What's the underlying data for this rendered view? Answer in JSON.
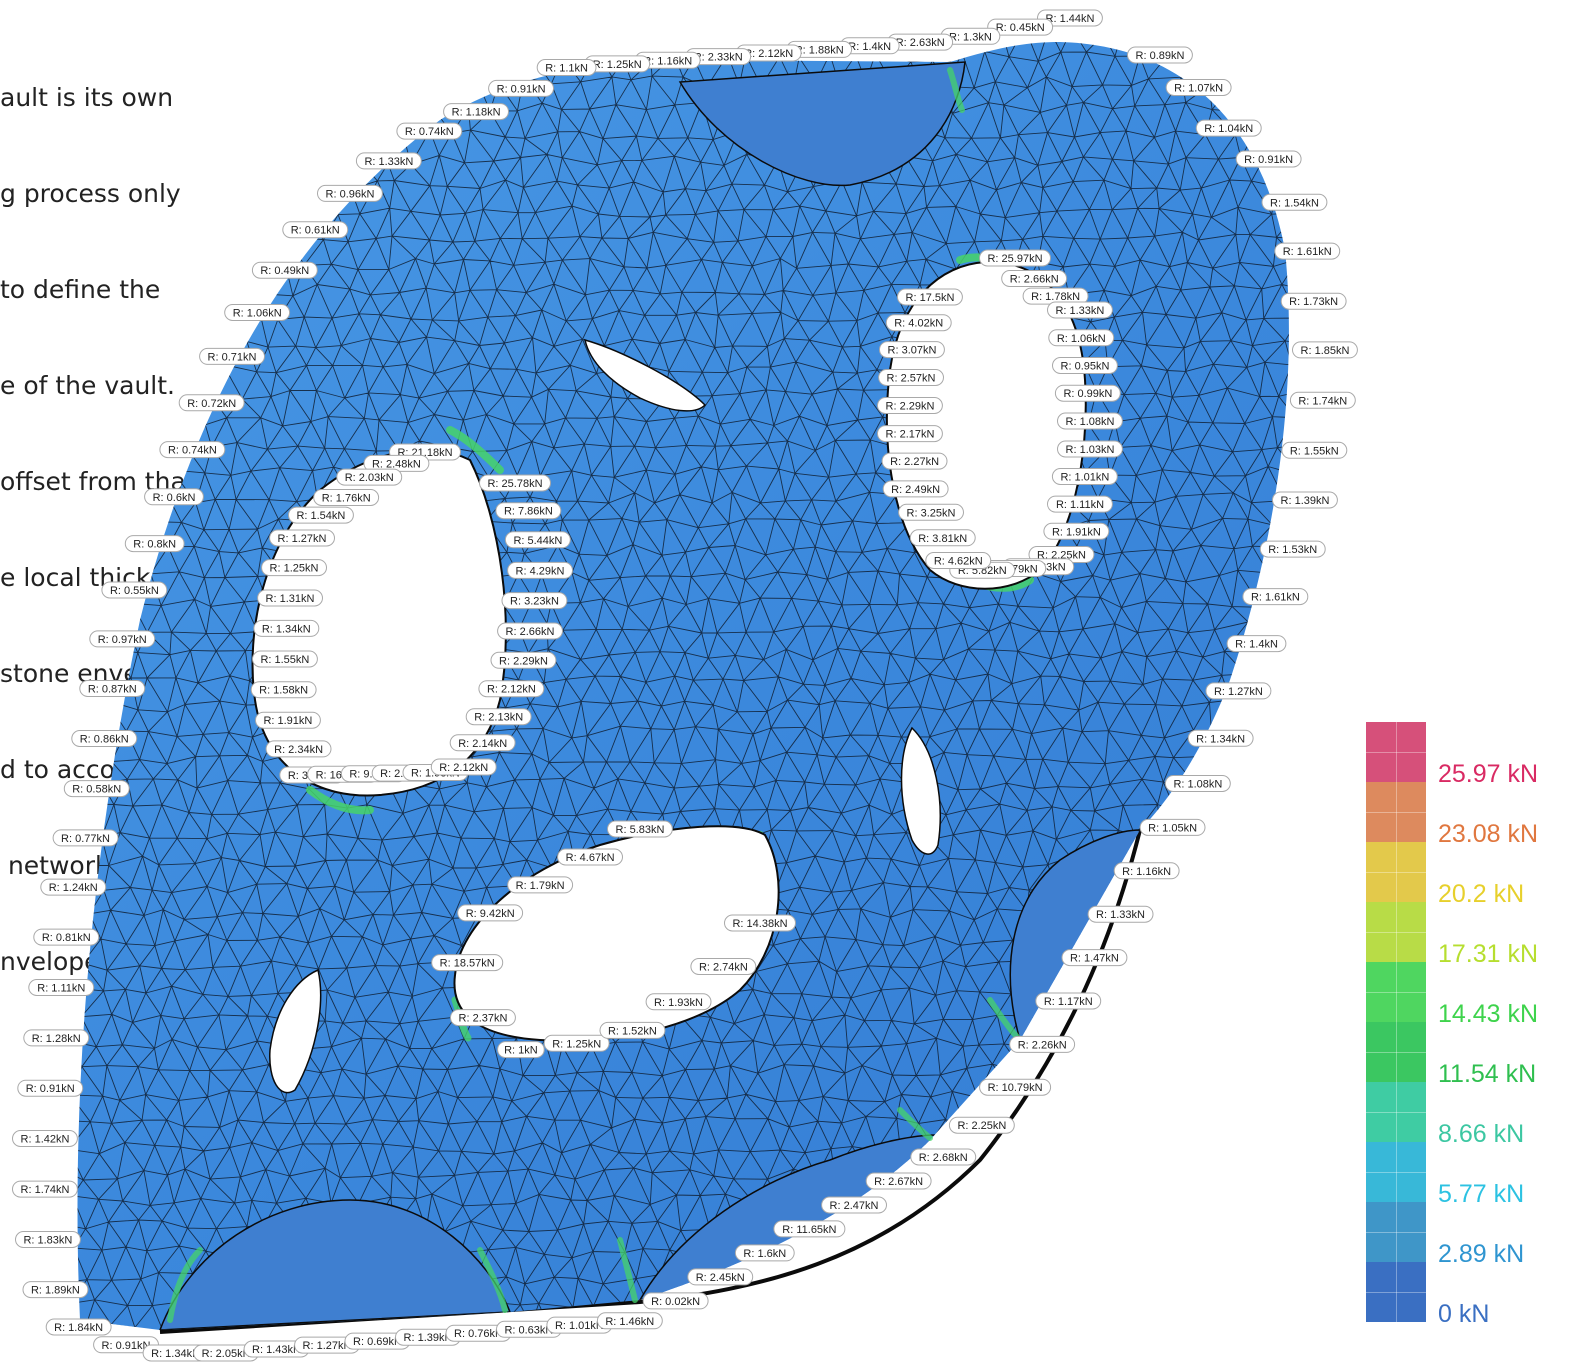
{
  "caption": {
    "lines": [
      "ault is its own",
      "g process only",
      "to define the",
      "e of the vault.",
      "offset from that",
      "e local thickness",
      "stone envelope.",
      "d to accommo-",
      " networks",
      "nvelope for all"
    ]
  },
  "colors": {
    "shell": "#3d8ee0",
    "shell_dark": "#2f6fc0",
    "mesh_line": "#0f1f33",
    "support": "#3f7fd0",
    "hot": "#33d36a"
  },
  "legend": {
    "title": "",
    "entries": [
      {
        "label": "25.97 kN",
        "color": "#d6507a",
        "text_color": "#d92a63"
      },
      {
        "label": "23.08 kN",
        "color": "#dd8a5e",
        "text_color": "#e0773f"
      },
      {
        "label": "20.2 kN",
        "color": "#e3c94b",
        "text_color": "#e7d02c"
      },
      {
        "label": "17.31 kN",
        "color": "#b8dc47",
        "text_color": "#b6de2f"
      },
      {
        "label": "14.43 kN",
        "color": "#4fd660",
        "text_color": "#3ed34c"
      },
      {
        "label": "11.54 kN",
        "color": "#3bc761",
        "text_color": "#2fbf4f"
      },
      {
        "label": "8.66 kN",
        "color": "#3fcca3",
        "text_color": "#3cc7a2"
      },
      {
        "label": "5.77 kN",
        "color": "#38b8d8",
        "text_color": "#2cc2e2"
      },
      {
        "label": "2.89 kN",
        "color": "#3f96c8",
        "text_color": "#2f95d0"
      },
      {
        "label": "0 kN",
        "color": "#3a6fc2",
        "text_color": "#3a6fc2"
      }
    ]
  },
  "reactions": {
    "outer": [
      "R: 1.44kN",
      "R: 0.45kN",
      "R: 1.3kN",
      "R: 2.63kN",
      "R: 1.4kN",
      "R: 1.88kN",
      "R: 2.12kN",
      "R: 2.33kN",
      "R: 1.16kN",
      "R: 1.25kN",
      "R: 1.1kN",
      "R: 0.91kN",
      "R: 1.18kN",
      "R: 0.74kN",
      "R: 1.33kN",
      "R: 0.96kN",
      "R: 0.61kN",
      "R: 0.49kN",
      "R: 1.06kN",
      "R: 0.71kN",
      "R: 0.72kN",
      "R: 0.74kN",
      "R: 0.6kN",
      "R: 0.8kN",
      "R: 0.55kN",
      "R: 0.97kN",
      "R: 0.87kN",
      "R: 0.86kN",
      "R: 0.58kN",
      "R: 0.77kN",
      "R: 1.24kN",
      "R: 0.81kN",
      "R: 1.11kN",
      "R: 1.28kN",
      "R: 0.91kN",
      "R: 1.42kN",
      "R: 1.74kN",
      "R: 1.83kN",
      "R: 1.89kN",
      "R: 1.84kN",
      "R: 0.91kN",
      "R: 1.34kN",
      "R: 2.05kN",
      "R: 1.43kN",
      "R: 1.27kN",
      "R: 0.69kN",
      "R: 1.39kN",
      "R: 0.76kN",
      "R: 0.63kN",
      "R: 1.01kN",
      "R: 1.46kN",
      "R: 0.02kN",
      "R: 2.45kN",
      "R: 1.6kN",
      "R: 11.65kN",
      "R: 2.47kN",
      "R: 2.67kN",
      "R: 2.68kN",
      "R: 2.25kN",
      "R: 10.79kN",
      "R: 2.26kN",
      "R: 1.17kN",
      "R: 1.47kN",
      "R: 1.33kN",
      "R: 1.16kN",
      "R: 1.05kN",
      "R: 1.08kN",
      "R: 1.34kN",
      "R: 1.27kN",
      "R: 1.4kN",
      "R: 1.61kN",
      "R: 1.53kN",
      "R: 1.39kN",
      "R: 1.55kN",
      "R: 1.74kN",
      "R: 1.85kN",
      "R: 1.73kN",
      "R: 1.61kN",
      "R: 1.54kN",
      "R: 0.91kN",
      "R: 1.04kN",
      "R: 1.07kN",
      "R: 0.89kN"
    ],
    "hole_left": [
      "R: 21.18kN",
      "R: 2.48kN",
      "R: 2.03kN",
      "R: 1.76kN",
      "R: 1.54kN",
      "R: 1.27kN",
      "R: 1.25kN",
      "R: 1.31kN",
      "R: 1.34kN",
      "R: 1.55kN",
      "R: 1.58kN",
      "R: 1.91kN",
      "R: 2.34kN",
      "R: 3.13kN",
      "R: 16.36kN",
      "R: 9.57kN",
      "R: 2.09kN",
      "R: 1.98kN",
      "R: 2.12kN",
      "R: 2.14kN",
      "R: 2.13kN",
      "R: 2.12kN",
      "R: 2.29kN",
      "R: 2.66kN",
      "R: 3.23kN",
      "R: 4.29kN",
      "R: 5.44kN",
      "R: 7.86kN",
      "R: 25.78kN"
    ],
    "hole_right": [
      "R: 25.97kN",
      "R: 2.66kN",
      "R: 1.78kN",
      "R: 1.33kN",
      "R: 1.06kN",
      "R: 0.95kN",
      "R: 0.99kN",
      "R: 1.08kN",
      "R: 1.03kN",
      "R: 1.01kN",
      "R: 1.11kN",
      "R: 1.91kN",
      "R: 2.25kN",
      "R: 15.23kN",
      "R: 22.79kN",
      "R: 5.82kN",
      "R: 4.62kN",
      "R: 3.81kN",
      "R: 3.25kN",
      "R: 2.49kN",
      "R: 2.27kN",
      "R: 2.17kN",
      "R: 2.29kN",
      "R: 2.57kN",
      "R: 3.07kN",
      "R: 4.02kN",
      "R: 17.5kN"
    ],
    "hole_bottom": [
      "R: 5.83kN",
      "R: 4.67kN",
      "R: 1.79kN",
      "R: 9.42kN",
      "R: 18.57kN",
      "R: 2.37kN",
      "R: 1kN",
      "R: 1.25kN",
      "R: 1.52kN",
      "R: 1.93kN",
      "R: 2.74kN",
      "R: 14.38kN"
    ]
  }
}
